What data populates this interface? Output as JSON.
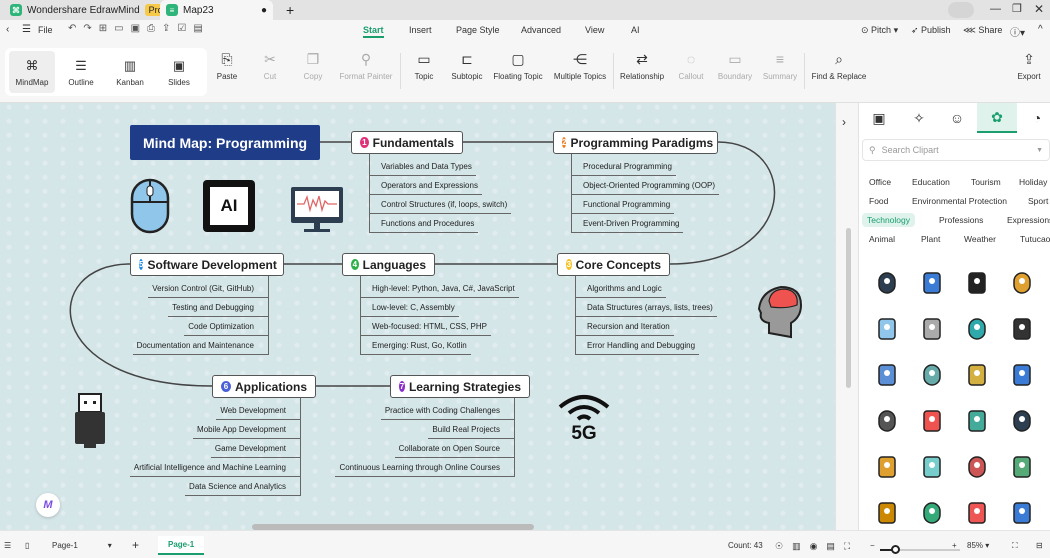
{
  "titlebar": {
    "app_tab": "Wondershare EdrawMind",
    "pro_badge": "Pro",
    "doc_tab": "Map23",
    "new_tab": "+"
  },
  "menubar": {
    "file": "File",
    "tabs": [
      "Start",
      "Insert",
      "Page Style",
      "Advanced",
      "View",
      "AI"
    ],
    "active_tab": "Start",
    "pitch": "Pitch",
    "publish": "Publish",
    "share": "Share"
  },
  "ribbon": {
    "views": [
      {
        "label": "MindMap",
        "icon": "mindmap-icon"
      },
      {
        "label": "Outline",
        "icon": "outline-icon"
      },
      {
        "label": "Kanban",
        "icon": "kanban-icon"
      },
      {
        "label": "Slides",
        "icon": "slides-icon"
      }
    ],
    "tools": [
      {
        "label": "Paste",
        "icon": "paste-icon",
        "enabled": true
      },
      {
        "label": "Cut",
        "icon": "cut-icon",
        "enabled": false
      },
      {
        "label": "Copy",
        "icon": "copy-icon",
        "enabled": false
      },
      {
        "label": "Format Painter",
        "icon": "format-painter-icon",
        "enabled": false
      },
      {
        "label": "Topic",
        "icon": "topic-icon",
        "enabled": true
      },
      {
        "label": "Subtopic",
        "icon": "subtopic-icon",
        "enabled": true
      },
      {
        "label": "Floating Topic",
        "icon": "floating-topic-icon",
        "enabled": true
      },
      {
        "label": "Multiple Topics",
        "icon": "multiple-topics-icon",
        "enabled": true
      },
      {
        "label": "Relationship",
        "icon": "relationship-icon",
        "enabled": true
      },
      {
        "label": "Callout",
        "icon": "callout-icon",
        "enabled": false
      },
      {
        "label": "Boundary",
        "icon": "boundary-icon",
        "enabled": false
      },
      {
        "label": "Summary",
        "icon": "summary-icon",
        "enabled": false
      },
      {
        "label": "Find & Replace",
        "icon": "find-replace-icon",
        "enabled": true
      },
      {
        "label": "Export",
        "icon": "export-icon",
        "enabled": true
      }
    ]
  },
  "map": {
    "title": "Mind Map: Programming",
    "topics": [
      {
        "num": "1",
        "label": "Fundamentals",
        "color": "#e0307a",
        "subs": [
          "Variables and Data Types",
          "Operators and Expressions",
          "Control Structures (if, loops, switch)",
          "Functions and Procedures"
        ]
      },
      {
        "num": "2",
        "label": "Programming Paradigms",
        "color": "#f07f20",
        "subs": [
          "Procedural Programming",
          "Object-Oriented Programming (OOP)",
          "Functional Programming",
          "Event-Driven Programming"
        ]
      },
      {
        "num": "3",
        "label": "Core Concepts",
        "color": "#f5c020",
        "subs": [
          "Algorithms and Logic",
          "Data Structures (arrays, lists, trees)",
          "Recursion and Iteration",
          "Error Handling and Debugging"
        ]
      },
      {
        "num": "4",
        "label": "Languages",
        "color": "#2db04a",
        "subs": [
          "High-level: Python, Java, C#, JavaScript",
          "Low-level: C, Assembly",
          "Web-focused: HTML, CSS, PHP",
          "Emerging: Rust, Go, Kotlin"
        ]
      },
      {
        "num": "5",
        "label": "Software Development",
        "color": "#1e88e5",
        "subs": [
          "Version Control (Git, GitHub)",
          "Testing and Debugging",
          "Code Optimization",
          "Documentation and Maintenance"
        ]
      },
      {
        "num": "6",
        "label": "Applications",
        "color": "#4a5fd8",
        "subs": [
          "Web Development",
          "Mobile App Development",
          "Game Development",
          "Artificial Intelligence and Machine Learning",
          "Data Science and Analytics"
        ]
      },
      {
        "num": "7",
        "label": "Learning Strategies",
        "color": "#8a2fc8",
        "subs": [
          "Practice with Coding Challenges",
          "Build Real Projects",
          "Collaborate on Open Source",
          "Continuous Learning through Online Courses"
        ]
      }
    ],
    "cliparts": {
      "ai_chip": "AI",
      "network": "5G"
    }
  },
  "panel": {
    "tabs": [
      "layout-icon",
      "ai-sparkle-icon",
      "mark-icon",
      "clipart-icon",
      "history-icon"
    ],
    "search_placeholder": "Search Clipart",
    "categories": [
      "Office",
      "Education",
      "Tourism",
      "Holiday",
      "Food",
      "Environmental Protection",
      "Sport",
      "Technology",
      "Professions",
      "Expressions",
      "Animal",
      "Plant",
      "Weather",
      "Tutucao"
    ],
    "active_category": "Technology",
    "clipart": [
      "microscope",
      "webcam",
      "usb-drive",
      "handheld-device",
      "mouse",
      "beaker",
      "headset",
      "router",
      "satellite",
      "radar-antenna",
      "microphone",
      "speaker",
      "telescope",
      "brain-head",
      "dna",
      "monitor",
      "molecule",
      "cell",
      "people",
      "lab-microscope",
      "clipboard",
      "first-aid-kit",
      "potion",
      "contrast"
    ]
  },
  "statusbar": {
    "page_select": "Page-1",
    "page_tab": "Page-1",
    "count": "Count: 43",
    "zoom": "85%",
    "zoom_level": 85
  }
}
